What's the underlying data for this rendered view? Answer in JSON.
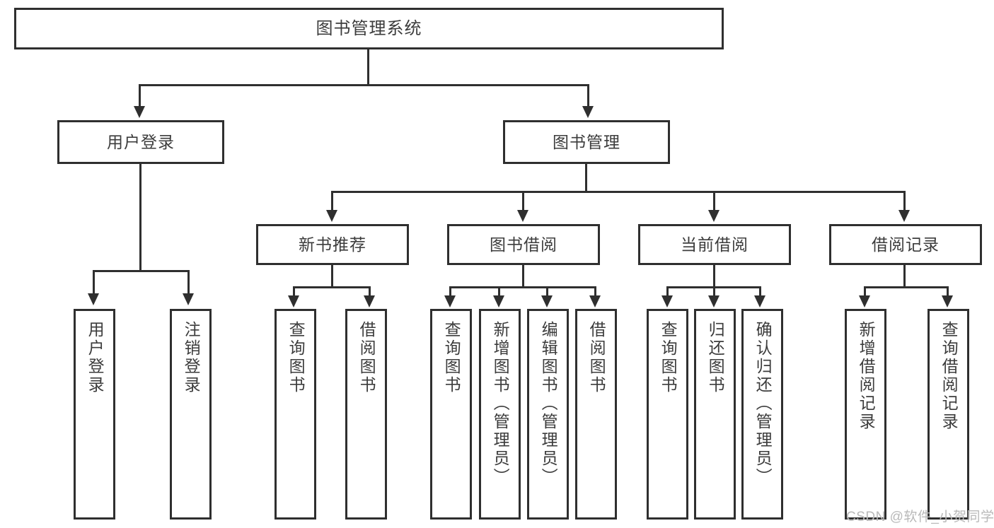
{
  "diagram": {
    "title_node": {
      "label": "图书管理系统"
    },
    "level2": [
      {
        "label": "用户登录"
      },
      {
        "label": "图书管理"
      }
    ],
    "level3": [
      {
        "label": "新书推荐"
      },
      {
        "label": "图书借阅"
      },
      {
        "label": "当前借阅"
      },
      {
        "label": "借阅记录"
      }
    ],
    "leaves": {
      "user_login": [
        {
          "label": "用户登录"
        },
        {
          "label": "注销登录"
        }
      ],
      "new_book_recommend": [
        {
          "label": "查询图书"
        },
        {
          "label": "借阅图书"
        }
      ],
      "book_borrow": [
        {
          "label": "查询图书"
        },
        {
          "label": "新增图书（管理员）"
        },
        {
          "label": "编辑图书（管理员）"
        },
        {
          "label": "借阅图书"
        }
      ],
      "current_borrow": [
        {
          "label": "查询图书"
        },
        {
          "label": "归还图书"
        },
        {
          "label": "确认归还（管理员）"
        }
      ],
      "borrow_record": [
        {
          "label": "新增借阅记录"
        },
        {
          "label": "查询借阅记录"
        }
      ]
    }
  },
  "watermark": {
    "text": "CSDN @软件_小贺同学"
  },
  "colors": {
    "line": "#2f2f2f",
    "text": "#3c3c3c",
    "background": "#ffffff",
    "watermark": "#b9b9b9"
  }
}
